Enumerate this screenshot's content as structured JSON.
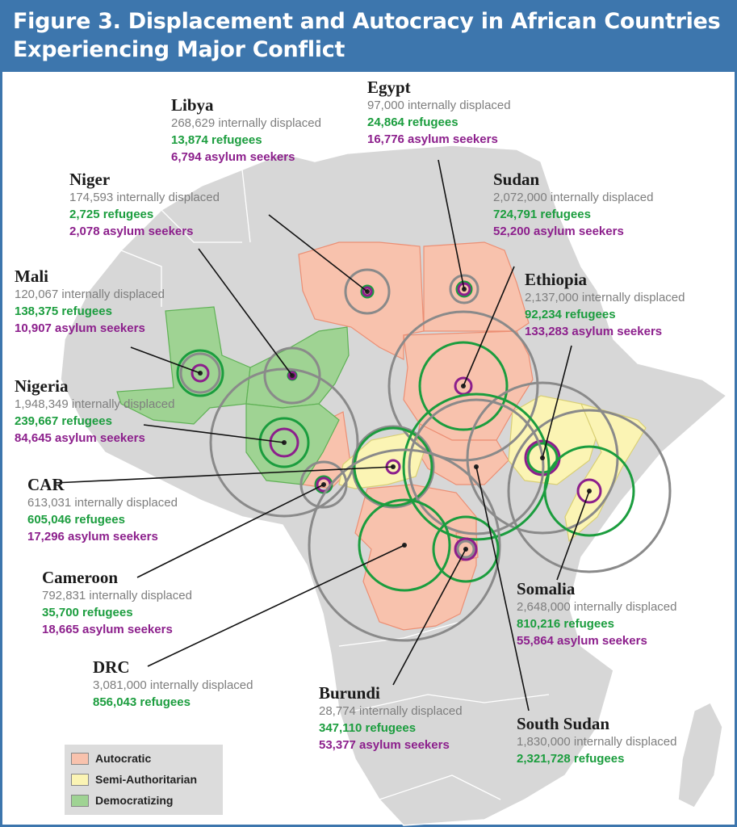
{
  "title": {
    "line1": "Figure 3. Displacement and Autocracy in African Countries",
    "line2": "Experiencing Major Conflict"
  },
  "colors": {
    "header": "#3d76ad",
    "autocratic": "#f8c2ad",
    "semi_authoritarian": "#fbf4b4",
    "democratizing": "#9fd393",
    "land": "#d7d7d7",
    "internally_displaced": "#7e7e7e",
    "refugees": "#1b9d3e",
    "asylum_seekers": "#8c1f8c"
  },
  "legend": {
    "autocratic": "Autocratic",
    "semi_authoritarian": "Semi-Authoritarian",
    "democratizing": "Democratizing"
  },
  "countries": {
    "libya": {
      "name": "Libya",
      "internally_displaced": "268,629 internally displaced",
      "refugees": "13,874 refugees",
      "asylum_seekers": "6,794 asylum seekers",
      "regime": "autocratic"
    },
    "egypt": {
      "name": "Egypt",
      "internally_displaced": "97,000 internally displaced",
      "refugees": "24,864 refugees",
      "asylum_seekers": "16,776 asylum seekers",
      "regime": "autocratic"
    },
    "niger": {
      "name": "Niger",
      "internally_displaced": "174,593 internally displaced",
      "refugees": "2,725 refugees",
      "asylum_seekers": "2,078  asylum seekers",
      "regime": "democratizing"
    },
    "sudan": {
      "name": "Sudan",
      "internally_displaced": "2,072,000 internally displaced",
      "refugees": "724,791 refugees",
      "asylum_seekers": "52,200 asylum seekers",
      "regime": "autocratic"
    },
    "mali": {
      "name": "Mali",
      "internally_displaced": "120,067 internally displaced",
      "refugees": "138,375 refugees",
      "asylum_seekers": "10,907 asylum seekers",
      "regime": "democratizing"
    },
    "ethiopia": {
      "name": "Ethiopia",
      "internally_displaced": "2,137,000 internally displaced",
      "refugees": "92,234 refugees",
      "asylum_seekers": "133,283 asylum seekers",
      "regime": "semi_authoritarian"
    },
    "nigeria": {
      "name": "Nigeria",
      "internally_displaced": "1,948,349 internally displaced",
      "refugees": "239,667 refugees",
      "asylum_seekers": "84,645 asylum seekers",
      "regime": "democratizing"
    },
    "car": {
      "name": "CAR",
      "internally_displaced": "613,031 internally displaced",
      "refugees": "605,046 refugees",
      "asylum_seekers": "17,296 asylum seekers",
      "regime": "semi_authoritarian"
    },
    "cameroon": {
      "name": "Cameroon",
      "internally_displaced": "792,831 internally displaced",
      "refugees": "35,700 refugees",
      "asylum_seekers": "18,665 asylum seekers",
      "regime": "autocratic"
    },
    "somalia": {
      "name": "Somalia",
      "internally_displaced": "2,648,000 internally displaced",
      "refugees": "810,216 refugees",
      "asylum_seekers": "55,864 asylum seekers",
      "regime": "semi_authoritarian"
    },
    "drc": {
      "name": "DRC",
      "internally_displaced": "3,081,000 internally displaced",
      "refugees": "856,043 refugees",
      "regime": "autocratic"
    },
    "burundi": {
      "name": "Burundi",
      "internally_displaced": "28,774 internally displaced",
      "refugees": "347,110 refugees",
      "asylum_seekers": "53,377 asylum seekers",
      "regime": "autocratic"
    },
    "south_sudan": {
      "name": "South Sudan",
      "internally_displaced": "1,830,000 internally displaced",
      "refugees": "2,321,728 refugees",
      "regime": "autocratic"
    }
  }
}
